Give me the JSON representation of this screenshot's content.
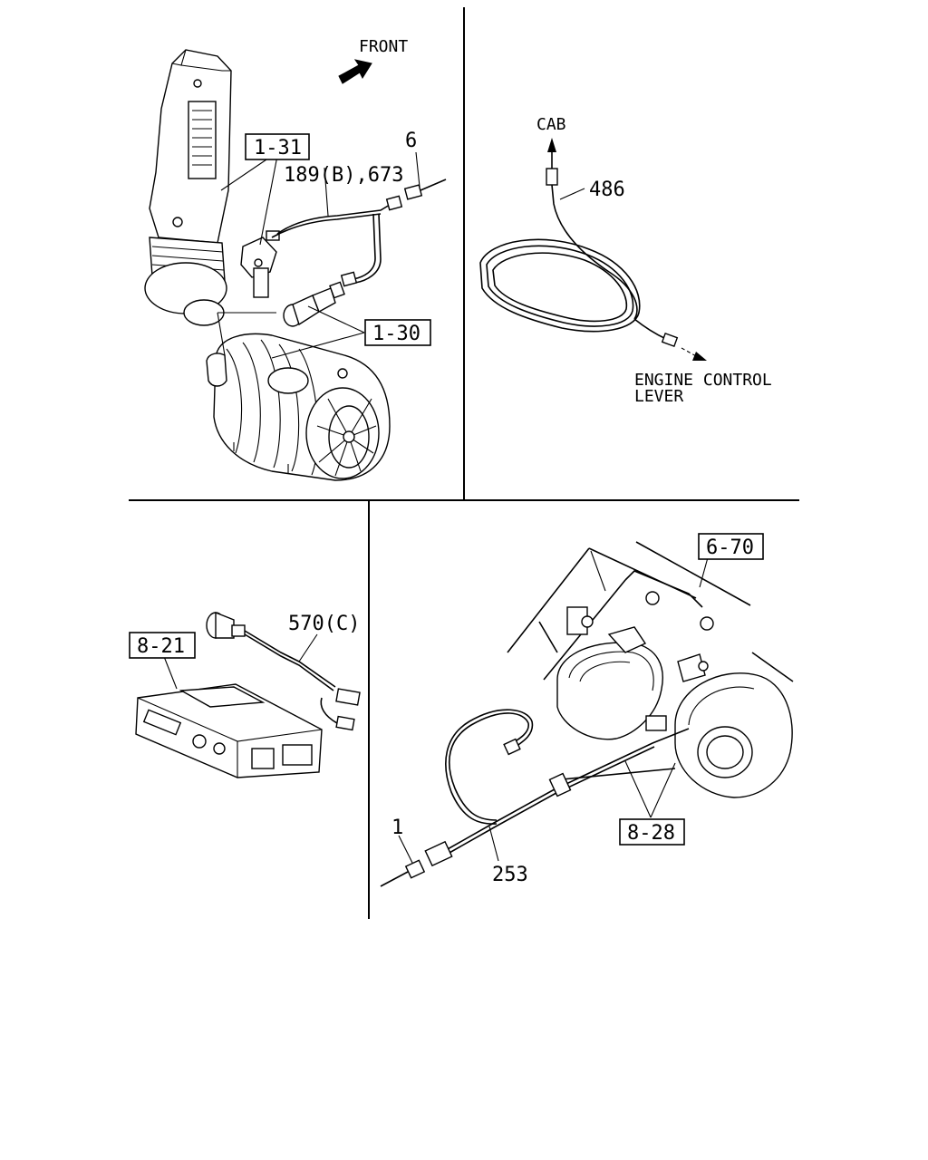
{
  "labels": {
    "front": "FRONT",
    "ref_1_31": "1-31",
    "ref_1_30": "1-30",
    "part_189": "189(B),673",
    "part_6": "6",
    "cab": "CAB",
    "part_486": "486",
    "engine_control_line1": "ENGINE CONTROL",
    "engine_control_line2": "LEVER",
    "ref_8_21": "8-21",
    "part_570": "570(C)",
    "ref_6_70": "6-70",
    "ref_8_28": "8-28",
    "part_1": "1",
    "part_253": "253"
  }
}
